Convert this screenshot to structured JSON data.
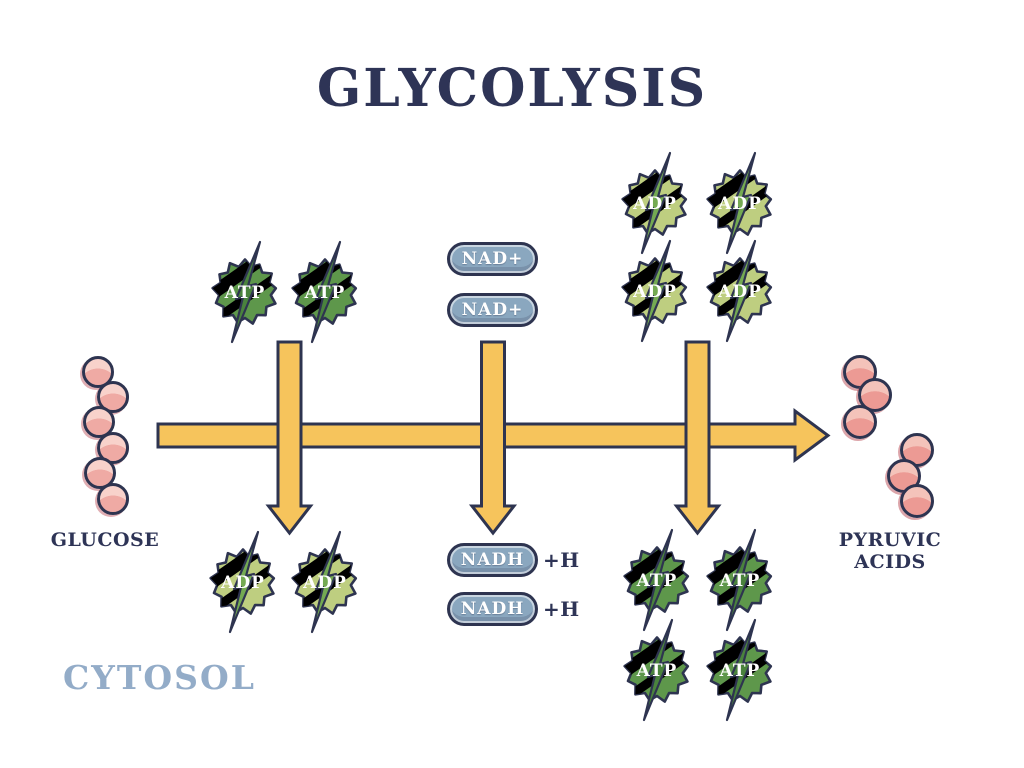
{
  "title": "GLYCOLYSIS",
  "compartment_label": "CYTOSOL",
  "input": {
    "label": "GLUCOSE",
    "molecule": "glucose",
    "subunit_count": 6
  },
  "output": {
    "label": "PYRUVIC ACIDS",
    "molecule": "pyruvate",
    "groups": 2,
    "subunits_per_group": 3
  },
  "steps": [
    {
      "id": "energy-investment",
      "consumed": {
        "label": "ATP",
        "count": 2,
        "icon": "atp-blob"
      },
      "produced": {
        "label": "ADP",
        "count": 2,
        "icon": "adp-blob"
      }
    },
    {
      "id": "oxidation",
      "consumed": {
        "label": "NAD+",
        "count": 2,
        "icon": "capsule"
      },
      "produced": {
        "label": "NADH",
        "suffix": "+H",
        "count": 2,
        "icon": "capsule"
      }
    },
    {
      "id": "energy-payoff",
      "consumed": {
        "label": "ADP",
        "count": 4,
        "icon": "adp-blob"
      },
      "produced": {
        "label": "ATP",
        "count": 4,
        "icon": "atp-blob"
      }
    }
  ],
  "colors": {
    "outline": "#2e3450",
    "arrow": "#f6c45c",
    "atp": "#5e974b",
    "atp_bolt": "#4a833d",
    "adp": "#bece80",
    "adp_bolt": "#74aa52",
    "capsule": "#8aa7bf",
    "pink": "#efaaa4",
    "pink_light": "#f8d2cb",
    "salmon": "#ec9a94",
    "salmon_light": "#f4c3ba",
    "title": "#2e3456",
    "cytosol": "#93acc8"
  }
}
